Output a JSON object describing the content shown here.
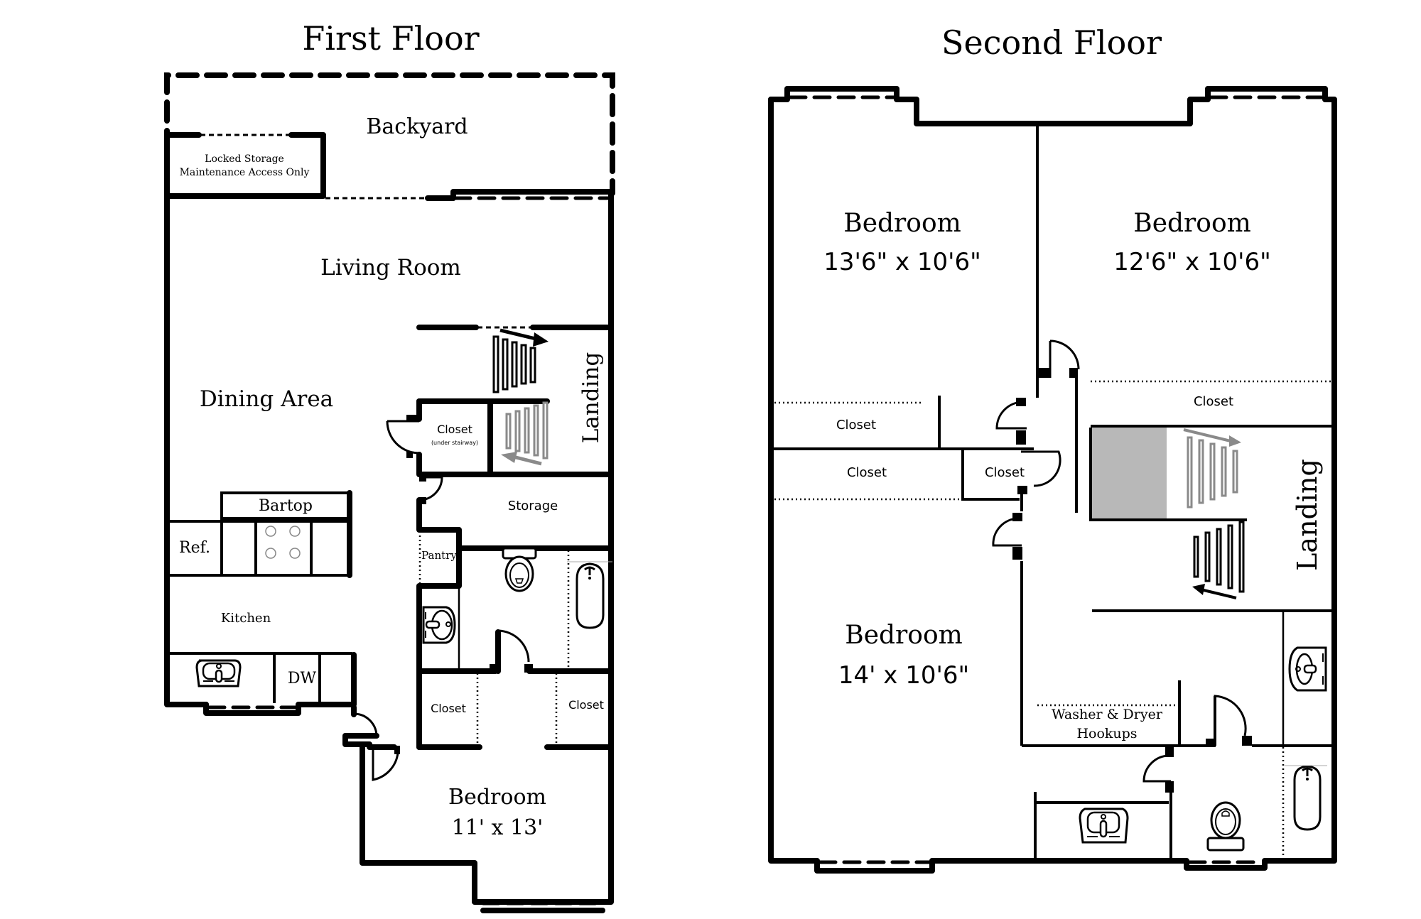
{
  "first_floor": {
    "title": "First Floor",
    "rooms": {
      "backyard": "Backyard",
      "locked_storage_line1": "Locked Storage",
      "locked_storage_line2": "Maintenance Access Only",
      "living_room": "Living Room",
      "dining_area": "Dining Area",
      "landing": "Landing",
      "closet_under_stairs": "Closet",
      "closet_under_stairs_note": "(under stairway)",
      "storage": "Storage",
      "bartop": "Bartop",
      "refrigerator": "Ref.",
      "pantry": "Pantry",
      "kitchen": "Kitchen",
      "dishwasher": "DW",
      "closet_left": "Closet",
      "closet_right": "Closet",
      "bedroom": "Bedroom",
      "bedroom_size": "11' x 13'"
    }
  },
  "second_floor": {
    "title": "Second Floor",
    "rooms": {
      "bedroom_top_left": "Bedroom",
      "bedroom_top_left_size": "13'6\" x 10'6\"",
      "bedroom_top_right": "Bedroom",
      "bedroom_top_right_size": "12'6\" x 10'6\"",
      "closet_top_right": "Closet",
      "closet_left_upper": "Closet",
      "closet_left_lower": "Closet",
      "closet_hall": "Closet",
      "landing": "Landing",
      "bedroom_bottom": "Bedroom",
      "bedroom_bottom_size": "14' x 10'6\"",
      "washer_dryer_line1": "Washer & Dryer",
      "washer_dryer_line2": "Hookups"
    }
  },
  "colors": {
    "wall": "#000000",
    "background": "#ffffff",
    "stair_up_shading": "#b8b8b8",
    "stair_grey": "#8a8a8a"
  }
}
